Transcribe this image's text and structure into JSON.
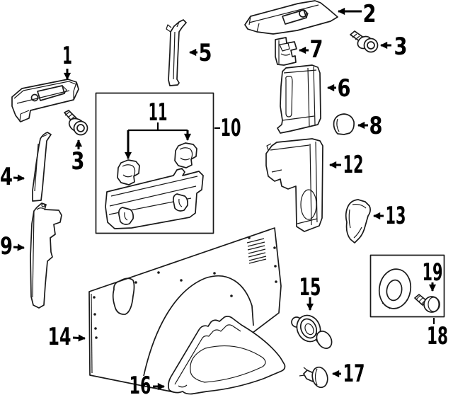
{
  "diagram": {
    "kind": "exploded-parts-diagram",
    "background_color": "#ffffff",
    "line_color": "#1a1a1a",
    "label_color": "#000000",
    "callouts": {
      "c1": {
        "label": "1"
      },
      "c2": {
        "label": "2"
      },
      "c3r": {
        "label": "3"
      },
      "c3l": {
        "label": "3"
      },
      "c4": {
        "label": "4"
      },
      "c5": {
        "label": "5"
      },
      "c6": {
        "label": "6"
      },
      "c7": {
        "label": "7"
      },
      "c8": {
        "label": "8"
      },
      "c9": {
        "label": "9"
      },
      "c10": {
        "label": "10"
      },
      "c11": {
        "label": "11"
      },
      "c12": {
        "label": "12"
      },
      "c13": {
        "label": "13"
      },
      "c14": {
        "label": "14"
      },
      "c15": {
        "label": "15"
      },
      "c16": {
        "label": "16"
      },
      "c17": {
        "label": "17"
      },
      "c18": {
        "label": "18"
      },
      "c19": {
        "label": "19"
      }
    }
  }
}
